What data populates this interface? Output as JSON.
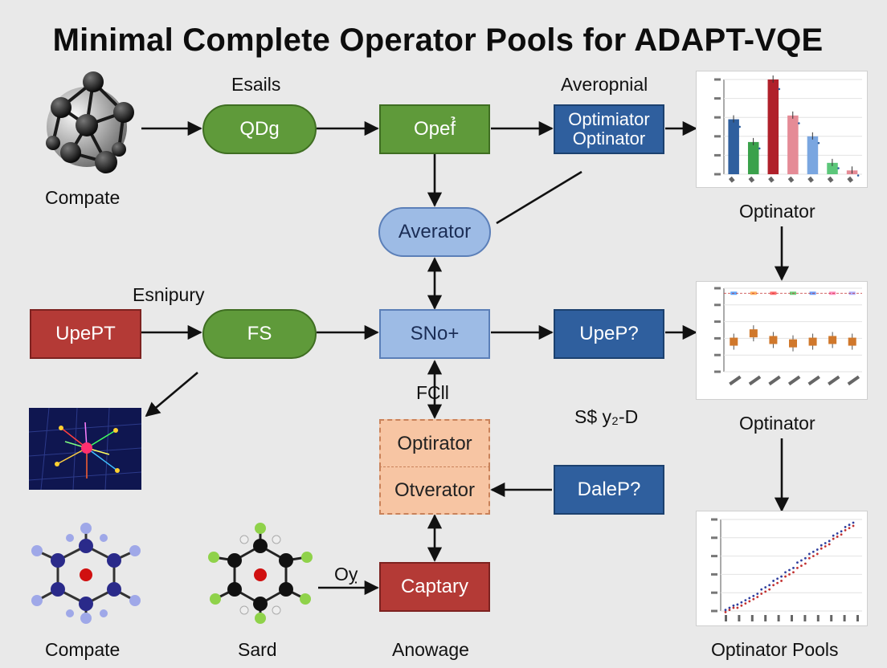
{
  "title": "Minimal Complete Operator Pools for ADAPT-VQE",
  "labels": {
    "esails": "Esails",
    "averopnial": "Averopnial",
    "compate_top": "Compate",
    "optinator_1": "Optinator",
    "esnipury": "Esnipury",
    "fcii": "FCll",
    "sy_d": "S$ y₂-D",
    "optinator_2": "Optinator",
    "oy": "Oỵ",
    "compate_bottom": "Compate",
    "sard": "Sard",
    "anowage": "Anowage",
    "optinator_pools": "Optinator Pools"
  },
  "nodes": {
    "qdg": "QDg",
    "opef": "Opef̉",
    "optimiator": "Optimiator\nOptinator",
    "averator": "Averator",
    "upept": "UpePT",
    "fs": "FS",
    "sno": "SNo+",
    "upep": "UpeP?",
    "optirator": "Optirator",
    "otverator": "Otverator",
    "dalep": "DaleP?",
    "captary": "Captary"
  },
  "colors": {
    "green": "#5f9a3a",
    "light_blue": "#9dbbe5",
    "dark_blue": "#2f5f9e",
    "red": "#b43a36",
    "peach": "#f7c5a3"
  },
  "chart_data": [
    {
      "type": "bar",
      "categories": [
        "",
        "",
        "",
        "",
        "",
        "",
        ""
      ],
      "values": [
        58,
        34,
        100,
        62,
        40,
        12,
        4
      ],
      "colors": [
        "#2f5f9e",
        "#3aa14b",
        "#b0202a",
        "#e58b96",
        "#7aa6e0",
        "#5cc77a",
        "#e58b96"
      ]
    },
    {
      "type": "box",
      "series": [
        {
          "name": "",
          "values": [
            18,
            23,
            19,
            17,
            18,
            19,
            18
          ]
        }
      ]
    },
    {
      "type": "scatter",
      "series": [
        {
          "name": "",
          "values": [
            3,
            8,
            14,
            22,
            30,
            38,
            47,
            55,
            63,
            72,
            80
          ]
        },
        {
          "name": "",
          "values": [
            1,
            5,
            11,
            18,
            26,
            34,
            42,
            51,
            60,
            69,
            77
          ]
        }
      ]
    }
  ]
}
